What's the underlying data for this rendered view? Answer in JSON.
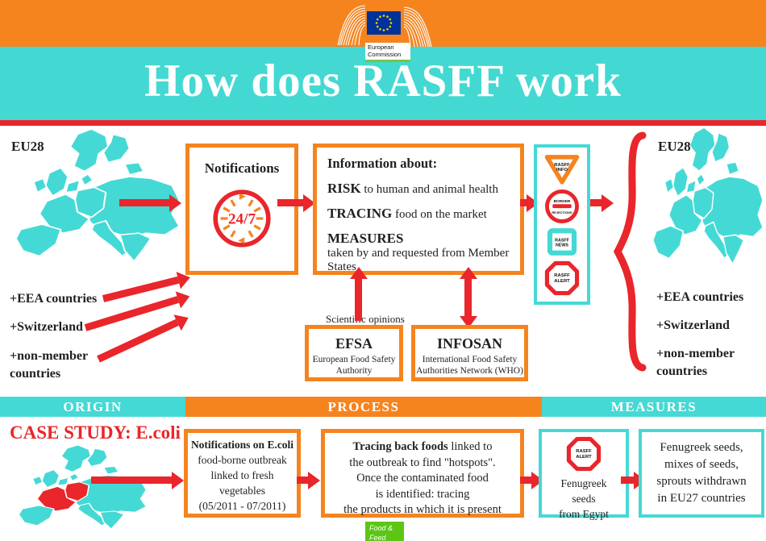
{
  "header": {
    "logo_line1": "European",
    "logo_line2": "Commission",
    "title": "How does RASFF work"
  },
  "colors": {
    "orange": "#F5841F",
    "teal": "#45D9D5",
    "red": "#E9262B",
    "green_tag": "#5CC614",
    "logo_green": "#7DC242",
    "flag_blue": "#003399",
    "star_yellow": "#FFCC00"
  },
  "diagram": {
    "map_label": "EU28",
    "left_annotations": [
      "+EEA countries",
      "+Switzerland",
      "+non-member countries"
    ],
    "right_annotations": [
      "+EEA countries",
      "+Switzerland",
      "+non-member countries"
    ],
    "notifications_box": {
      "title": "Notifications",
      "clock_label": "24/7"
    },
    "info_box": {
      "heading": "Information about:",
      "items": [
        {
          "term": "RISK",
          "rest": " to human and animal health"
        },
        {
          "term": "TRACING",
          "rest": " food on the market"
        },
        {
          "term": "MEASURES",
          "rest": "taken by and requested from Member States"
        }
      ]
    },
    "icons": [
      {
        "name": "rasff-info",
        "label1": "RASFF",
        "label2": "INFO"
      },
      {
        "name": "border-rejections",
        "label1": "BORDER",
        "label2": "REJECTIONS"
      },
      {
        "name": "rasff-news",
        "label1": "RASFF",
        "label2": "NEWS"
      },
      {
        "name": "rasff-alert",
        "label1": "RASFF",
        "label2": "ALERT"
      }
    ],
    "scientific_opinions_label": "Scientific opinions",
    "efsa_box": {
      "title": "EFSA",
      "subtitle": "European Food Safety Authority"
    },
    "infosan_box": {
      "title": "INFOSAN",
      "subtitle": "International Food Safety Authorities Network (WHO)"
    }
  },
  "sections": {
    "origin": "ORIGIN",
    "process": "PROCESS",
    "measures": "MEASURES"
  },
  "case_study": {
    "heading": "CASE STUDY: E.coli",
    "box1": {
      "bold": "Notifications on E.coli",
      "lines": [
        "food-borne outbreak",
        "linked to fresh",
        "vegetables",
        "(05/2011 - 07/2011)"
      ]
    },
    "box2": {
      "bold": "Tracing back foods",
      "rest": " linked to\nthe outbreak to find \"hotspots\".\nOnce the contaminated food\nis identified: tracing\nthe products in which it is present"
    },
    "box3": {
      "icon_label1": "RASFF",
      "icon_label2": "ALERT",
      "lines": [
        "Fenugreek",
        "seeds",
        "from Egypt"
      ]
    },
    "box4": {
      "lines": [
        "Fenugreek seeds,",
        "mixes of seeds,",
        "sprouts withdrawn",
        "in EU27 countries"
      ]
    }
  },
  "footer": {
    "tag_line1": "Food &",
    "tag_line2": "Feed"
  }
}
